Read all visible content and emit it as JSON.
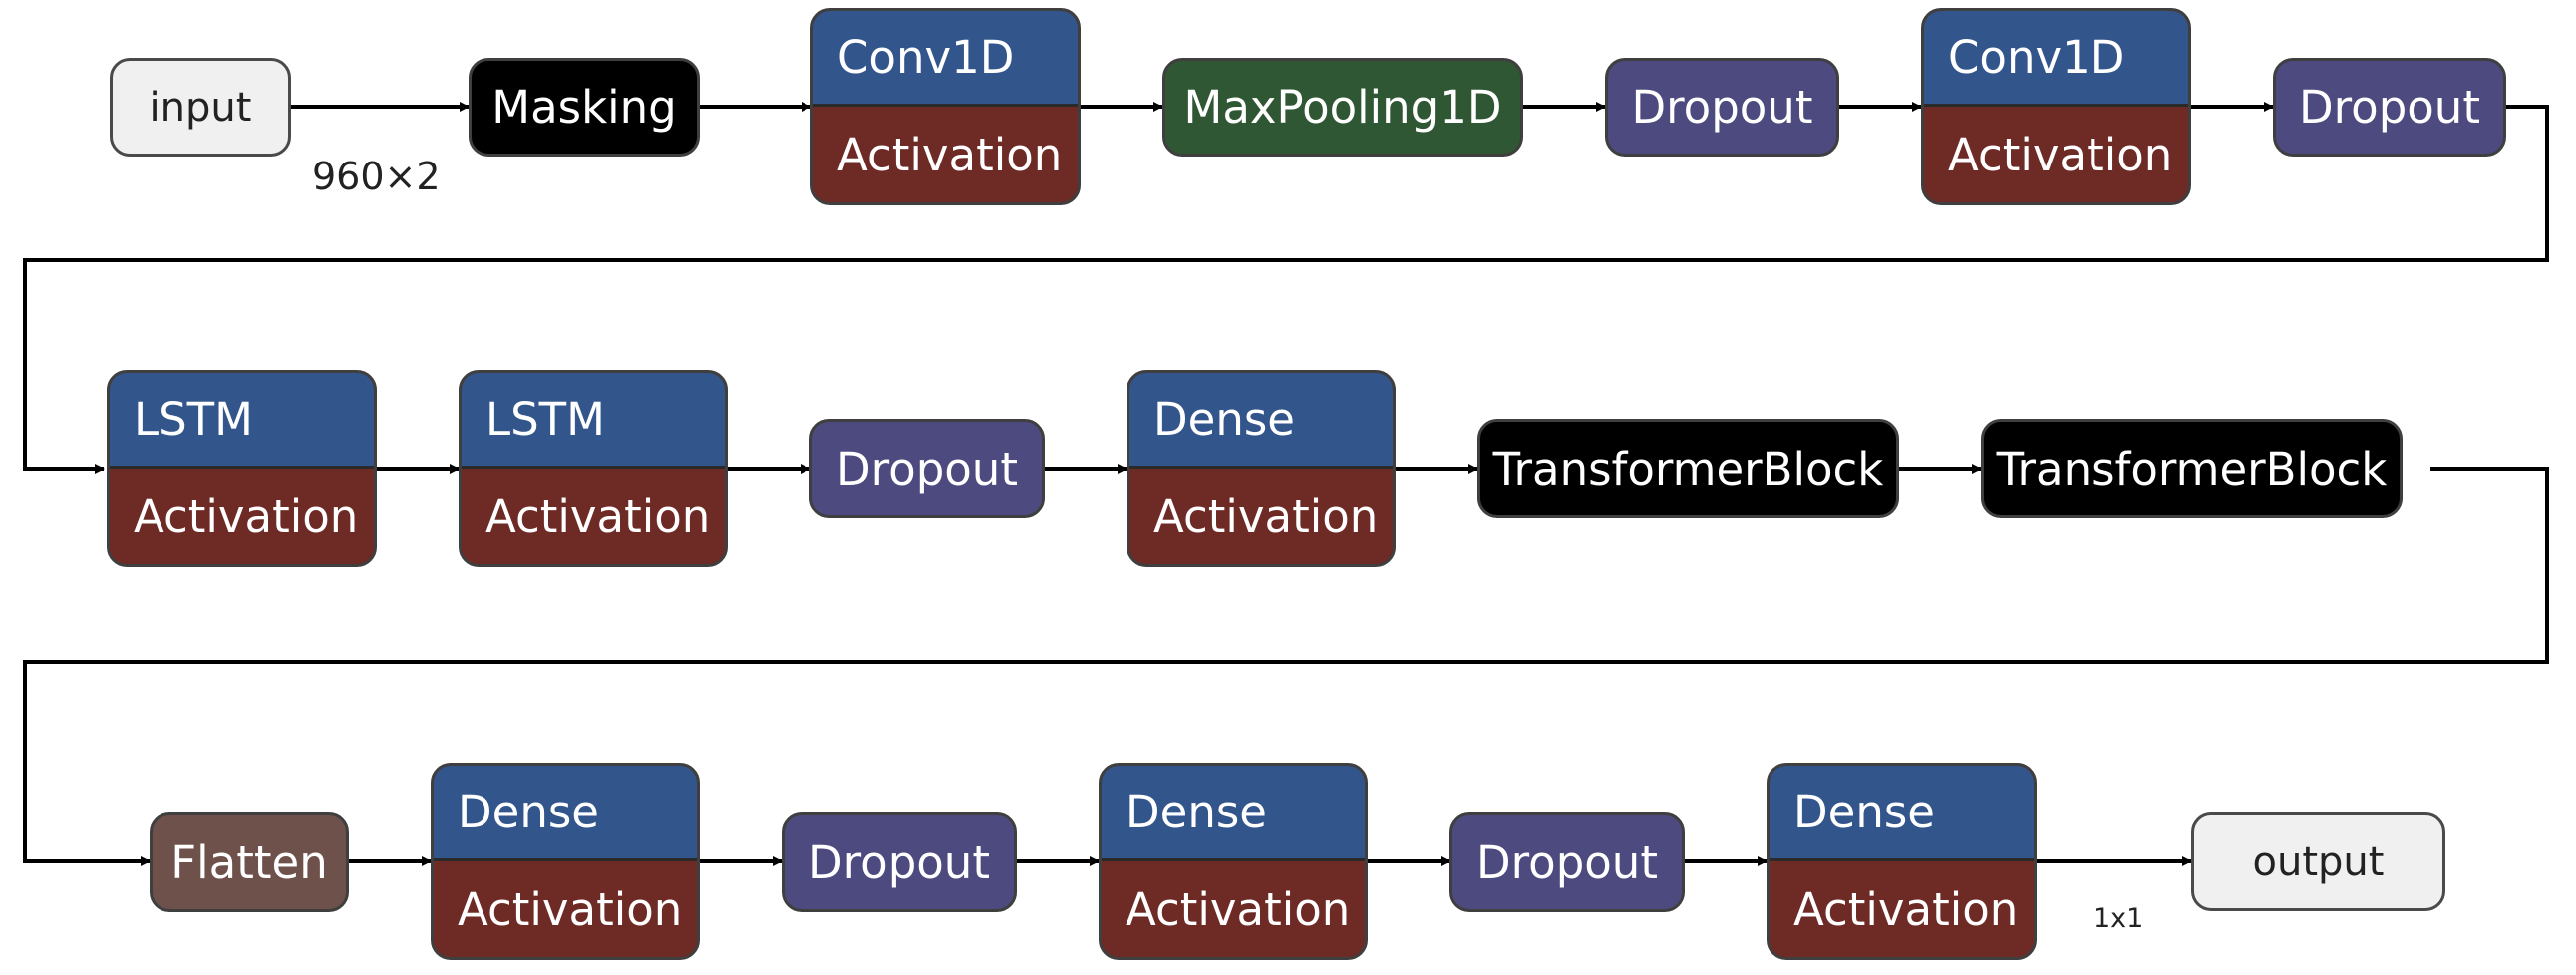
{
  "nodes": {
    "input": "input",
    "masking": "Masking",
    "conv1": {
      "top": "Conv1D",
      "bottom": "Activation"
    },
    "maxpool": "MaxPooling1D",
    "drop1": "Dropout",
    "conv2": {
      "top": "Conv1D",
      "bottom": "Activation"
    },
    "drop2": "Dropout",
    "lstm1": {
      "top": "LSTM",
      "bottom": "Activation"
    },
    "lstm2": {
      "top": "LSTM",
      "bottom": "Activation"
    },
    "drop3": "Dropout",
    "dense1": {
      "top": "Dense",
      "bottom": "Activation"
    },
    "trans1": "TransformerBlock",
    "trans2": "TransformerBlock",
    "flatten": "Flatten",
    "dense2": {
      "top": "Dense",
      "bottom": "Activation"
    },
    "drop4": "Dropout",
    "dense3": {
      "top": "Dense",
      "bottom": "Activation"
    },
    "drop5": "Dropout",
    "dense4": {
      "top": "Dense",
      "bottom": "Activation"
    },
    "output": "output"
  },
  "input_shape": "960×2",
  "output_shape": "1x1",
  "colors": {
    "layer_blue": "#32558c",
    "activation_red": "#6e2a25",
    "dropout_purple": "#4c4a7e",
    "maxpool_green": "#2f5733",
    "flatten_brown": "#6e514a",
    "black": "#000000",
    "io_gray": "#f0f0f0"
  }
}
